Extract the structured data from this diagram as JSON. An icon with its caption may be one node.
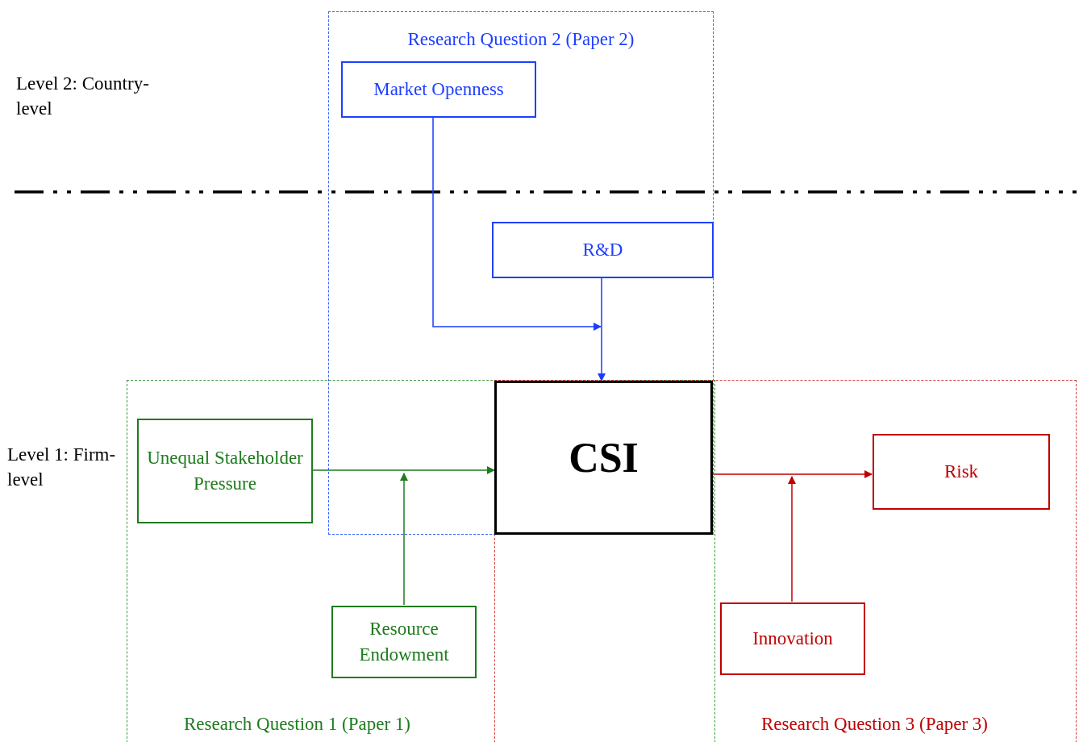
{
  "diagram": {
    "nodes": [
      {
        "text": [
          "Research Question 2 (Paper 2)"
        ]
      },
      {
        "text": [
          "Market Openness"
        ],
        "in": 0
      },
      {
        "text": [
          "R&D"
        ],
        "in": 0
      },
      {
        "text": [
          "Research Question 1 (Paper 1)"
        ]
      },
      {
        "text": [
          "Unequal Stakeholder Pressure"
        ],
        "in": 3
      },
      {
        "text": [
          "Resource Endowment"
        ],
        "in": 3
      },
      {
        "text": [
          "Research Question 3 (Paper 3)"
        ]
      },
      {
        "text": [
          "CSI"
        ]
      },
      {
        "text": [
          "Risk"
        ],
        "in": 6
      },
      {
        "text": [
          "Innovation"
        ],
        "in": 6
      }
    ],
    "edges": [
      {
        "from": 1,
        "to": null,
        "arrow": "to",
        "color": "#1a3cff"
      },
      {
        "from": 2,
        "to": 7,
        "arrow": "to",
        "color": "#1a3cff"
      },
      {
        "from": 4,
        "to": 7,
        "arrow": "to",
        "color": "#1e7b1e"
      },
      {
        "from": 5,
        "to": null,
        "arrow": "to",
        "color": "#1e7b1e"
      },
      {
        "from": 7,
        "to": 8,
        "arrow": "to",
        "color": "#c00000"
      },
      {
        "from": 9,
        "to": null,
        "arrow": "to",
        "color": "#c00000"
      }
    ],
    "labels": [
      "Level 2: Country-level",
      "Level 1: Firm-level"
    ]
  }
}
